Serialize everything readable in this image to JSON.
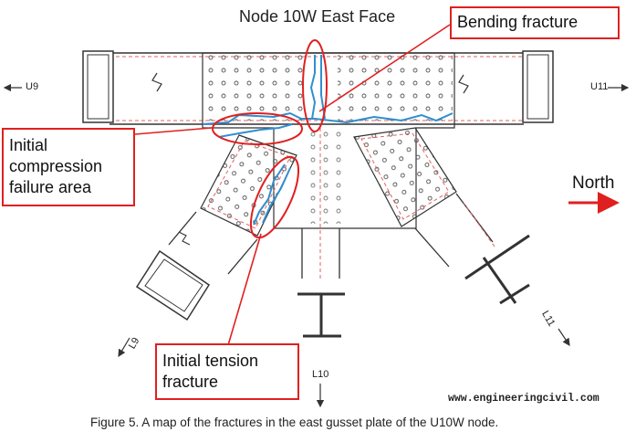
{
  "title": "Node 10W East Face",
  "callouts": {
    "bending": "Bending fracture",
    "compression_line1": "Initial",
    "compression_line2": "compression",
    "compression_line3": "failure area",
    "tension_line1": "Initial tension",
    "tension_line2": "fracture"
  },
  "members": {
    "u9": "U9",
    "u11": "U11",
    "l9": "L9",
    "l10": "L10",
    "l11": "L11"
  },
  "north_label": "North",
  "watermark": "www.engineeringcivil.com",
  "caption": "Figure 5.  A map of the fractures in the east gusset plate of the U10W node.",
  "colors": {
    "callout_red": "#e02020",
    "fracture_blue": "#2f8fcf",
    "dashed_red": "#e06060"
  }
}
